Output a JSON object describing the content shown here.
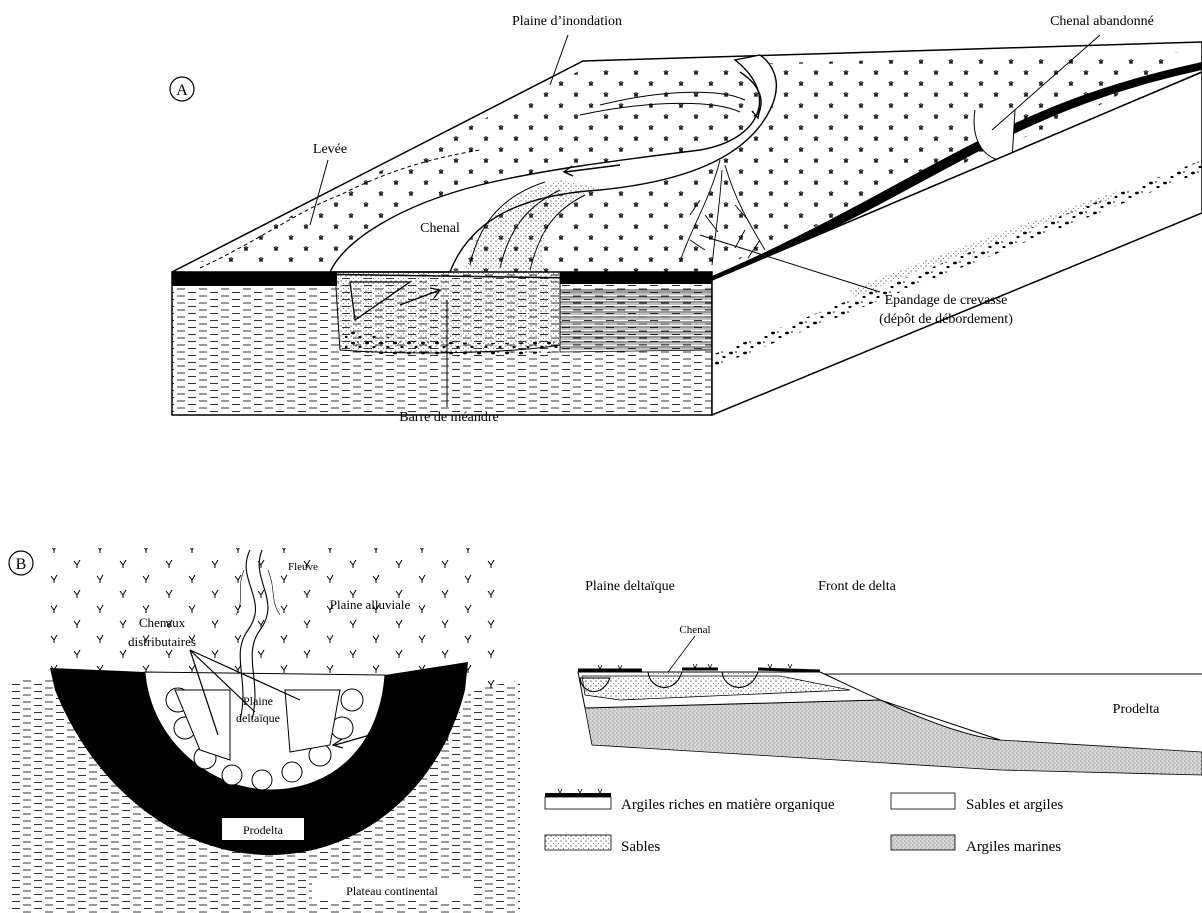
{
  "panel_a": {
    "badge": "A",
    "labels": {
      "flood_plain": "Plaine d’inondation",
      "abandoned_channel": "Chenal abandonné",
      "levee": "Levée",
      "channel": "Chenal",
      "crevasse_1": "Epandage de crevasse",
      "crevasse_2": "(dépôt de débordement)",
      "meander_bar": "Barre de méandre"
    }
  },
  "panel_b": {
    "badge": "B",
    "map_labels": {
      "river": "Fleuve",
      "alluvial_plain": "Plaine alluviale",
      "distributaries_1": "Chenaux",
      "distributaries_2": "distributaires",
      "delta_plain_1": "Plaine",
      "delta_plain_2": "deltaïque",
      "delta_front": "Front de delta",
      "prodelta": "Prodelta",
      "shelf": "Plateau continental"
    },
    "section_labels": {
      "delta_plain": "Plaine deltaïque",
      "delta_front": "Front de delta",
      "channel": "Chenal",
      "prodelta": "Prodelta"
    },
    "legend": [
      {
        "label": "Argiles riches en matière organique"
      },
      {
        "label": "Sables et argiles"
      },
      {
        "label": "Sables"
      },
      {
        "label": "Argiles marines"
      }
    ]
  }
}
